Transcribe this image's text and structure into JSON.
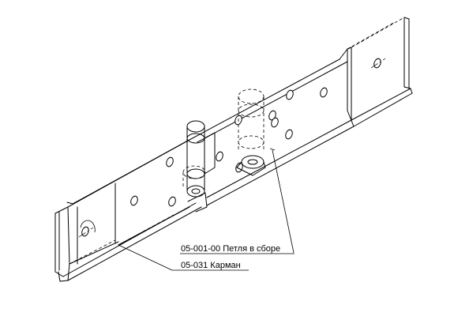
{
  "callouts": [
    {
      "id": "hinge-assembly",
      "text": "05-001-00 Петля в сборе"
    },
    {
      "id": "pocket",
      "text": "05-031 Карман"
    }
  ]
}
